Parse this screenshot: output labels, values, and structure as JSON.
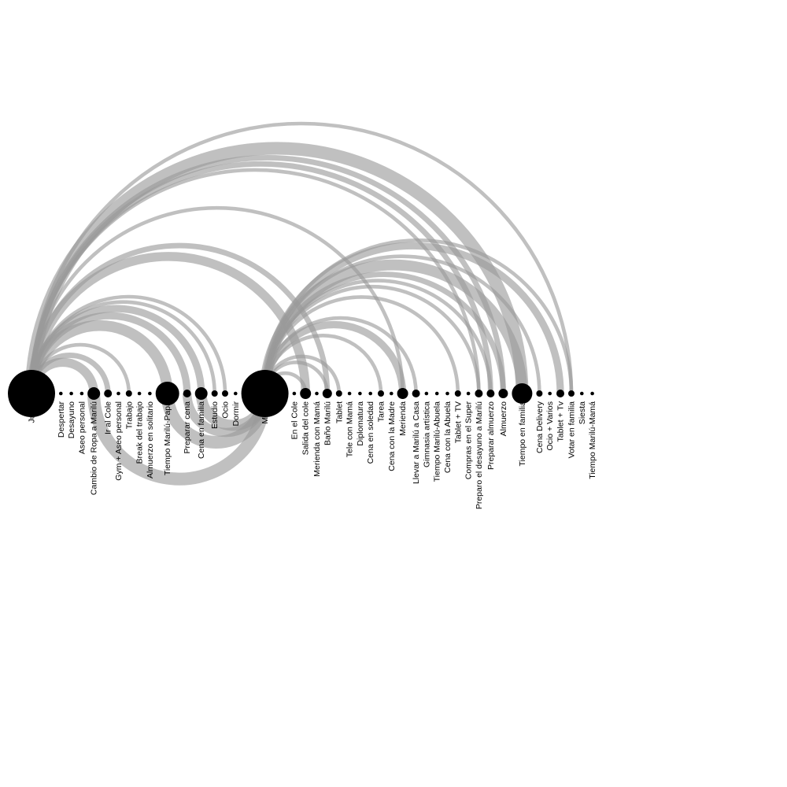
{
  "diagram": {
    "type": "arc-diagram",
    "colors": {
      "node": "#000000",
      "arc": "#999999",
      "background": "#ffffff"
    },
    "nodes": [
      {
        "id": "julian",
        "label": "Julián",
        "weight": 30
      },
      {
        "id": "despertar",
        "label": "Despertar",
        "weight": 1
      },
      {
        "id": "desayuno",
        "label": "Desayuno",
        "weight": 1
      },
      {
        "id": "aseo-personal",
        "label": "Aseo personal",
        "weight": 1
      },
      {
        "id": "cambio-ropa",
        "label": "Cambio de Ropa a Marilú",
        "weight": 8
      },
      {
        "id": "ir-al-cole",
        "label": "Ir al Cole",
        "weight": 5
      },
      {
        "id": "gym",
        "label": "Gym + Aseo personal",
        "weight": 1
      },
      {
        "id": "trabajo",
        "label": "Trabajo",
        "weight": 3
      },
      {
        "id": "break-trabajo",
        "label": "Break del trabajo",
        "weight": 1
      },
      {
        "id": "almuerzo-solitario",
        "label": "Almuerzo en solitario",
        "weight": 1
      },
      {
        "id": "tiempo-marilu-papa",
        "label": "Tiempo Marilú-Papá",
        "weight": 15
      },
      {
        "id": "preparar-cena",
        "label": "Preparar cena",
        "weight": 5
      },
      {
        "id": "cena-familia-1",
        "label": "Cena en familia",
        "weight": 8
      },
      {
        "id": "estudio",
        "label": "Estudio",
        "weight": 3
      },
      {
        "id": "ocio-1",
        "label": "Ocio",
        "weight": 3
      },
      {
        "id": "dormir",
        "label": "Dormir",
        "weight": 1
      },
      {
        "id": "marilu",
        "label": "Marilú",
        "weight": 30
      },
      {
        "id": "en-el-cole",
        "label": "En el Cole",
        "weight": 1
      },
      {
        "id": "salida-cole",
        "label": "Salida del cole",
        "weight": 7
      },
      {
        "id": "merienda-mama",
        "label": "Merienda con Mamá",
        "weight": 1
      },
      {
        "id": "bano-marilu",
        "label": "Baño Marilú",
        "weight": 6
      },
      {
        "id": "tablet-1",
        "label": "Tablet",
        "weight": 3
      },
      {
        "id": "tele-mama",
        "label": "Tele con Mamá",
        "weight": 1
      },
      {
        "id": "diplomatura",
        "label": "Diplomatura",
        "weight": 1
      },
      {
        "id": "cena-soledad",
        "label": "Cena en soledad",
        "weight": 1
      },
      {
        "id": "tarea",
        "label": "Tarea",
        "weight": 3
      },
      {
        "id": "cena-madre",
        "label": "Cena  con la Madre",
        "weight": 1
      },
      {
        "id": "merienda",
        "label": "Merienda",
        "weight": 7
      },
      {
        "id": "llevar-marilu",
        "label": "Llevar a Marilú a Casa",
        "weight": 5
      },
      {
        "id": "gimnasia",
        "label": "Gimnasia artística",
        "weight": 1
      },
      {
        "id": "tiempo-marilu-abuela",
        "label": "Tiempo Marilú-Abuela",
        "weight": 1
      },
      {
        "id": "cena-abuela",
        "label": "Cena con la Abuela",
        "weight": 1
      },
      {
        "id": "tablet-tv",
        "label": "Tablet + TV",
        "weight": 3
      },
      {
        "id": "compras",
        "label": "Compras en el Super",
        "weight": 1
      },
      {
        "id": "preparo-desayuno",
        "label": "Preparo el desayuno a Marilú",
        "weight": 5
      },
      {
        "id": "preparar-almuerzo",
        "label": "Preparar almuerzo",
        "weight": 5
      },
      {
        "id": "almuerzo",
        "label": "Almuerzo",
        "weight": 6
      },
      {
        "id": "tiempo-familia",
        "label": "Tiempo en familia",
        "weight": 13
      },
      {
        "id": "cena-delivery",
        "label": "Cena Delivery",
        "weight": 3
      },
      {
        "id": "ocio-varios",
        "label": "Ocio + Varios",
        "weight": 1
      },
      {
        "id": "tablet-tv-2",
        "label": "Tablet + Tv",
        "weight": 5
      },
      {
        "id": "votar",
        "label": "Votar en familia",
        "weight": 4
      },
      {
        "id": "siesta",
        "label": "Siesta",
        "weight": 1
      },
      {
        "id": "tiempo-marilu-mama",
        "label": "Tiempo Marilú-Mamá",
        "weight": 1
      }
    ],
    "links": [
      {
        "source": "julian",
        "target": "cambio-ropa",
        "value": 5,
        "side": "top"
      },
      {
        "source": "julian",
        "target": "ir-al-cole",
        "value": 3,
        "side": "top"
      },
      {
        "source": "julian",
        "target": "trabajo",
        "value": 2,
        "side": "top"
      },
      {
        "source": "julian",
        "target": "tiempo-marilu-papa",
        "value": 6,
        "side": "top"
      },
      {
        "source": "julian",
        "target": "preparar-cena",
        "value": 4,
        "side": "top"
      },
      {
        "source": "julian",
        "target": "cena-familia-1",
        "value": 4,
        "side": "top"
      },
      {
        "source": "julian",
        "target": "estudio",
        "value": 2,
        "side": "top"
      },
      {
        "source": "julian",
        "target": "ocio-1",
        "value": 2,
        "side": "top"
      },
      {
        "source": "julian",
        "target": "salida-cole",
        "value": 5,
        "side": "top"
      },
      {
        "source": "julian",
        "target": "bano-marilu",
        "value": 3,
        "side": "top"
      },
      {
        "source": "julian",
        "target": "merienda",
        "value": 2,
        "side": "top"
      },
      {
        "source": "julian",
        "target": "preparo-desayuno",
        "value": 2,
        "side": "top"
      },
      {
        "source": "julian",
        "target": "preparar-almuerzo",
        "value": 3,
        "side": "top"
      },
      {
        "source": "julian",
        "target": "almuerzo",
        "value": 3,
        "side": "top"
      },
      {
        "source": "julian",
        "target": "tiempo-familia",
        "value": 7,
        "side": "top"
      },
      {
        "source": "julian",
        "target": "votar",
        "value": 2,
        "side": "top"
      },
      {
        "source": "marilu",
        "target": "salida-cole",
        "value": 2,
        "side": "top"
      },
      {
        "source": "marilu",
        "target": "bano-marilu",
        "value": 2,
        "side": "top"
      },
      {
        "source": "marilu",
        "target": "tablet-1",
        "value": 2,
        "side": "top"
      },
      {
        "source": "marilu",
        "target": "tarea",
        "value": 2,
        "side": "top"
      },
      {
        "source": "marilu",
        "target": "merienda",
        "value": 4,
        "side": "top"
      },
      {
        "source": "marilu",
        "target": "llevar-marilu",
        "value": 2,
        "side": "top"
      },
      {
        "source": "marilu",
        "target": "tablet-tv",
        "value": 2,
        "side": "top"
      },
      {
        "source": "marilu",
        "target": "preparo-desayuno",
        "value": 2,
        "side": "top"
      },
      {
        "source": "marilu",
        "target": "preparar-almuerzo",
        "value": 2,
        "side": "top"
      },
      {
        "source": "marilu",
        "target": "almuerzo",
        "value": 3,
        "side": "top"
      },
      {
        "source": "marilu",
        "target": "tiempo-familia",
        "value": 6,
        "side": "top"
      },
      {
        "source": "marilu",
        "target": "cena-delivery",
        "value": 2,
        "side": "top"
      },
      {
        "source": "marilu",
        "target": "tablet-tv-2",
        "value": 4,
        "side": "top"
      },
      {
        "source": "marilu",
        "target": "votar",
        "value": 2,
        "side": "top"
      },
      {
        "source": "cambio-ropa",
        "target": "marilu",
        "value": 7,
        "side": "bottom"
      },
      {
        "source": "tiempo-marilu-papa",
        "target": "marilu",
        "value": 7,
        "side": "bottom"
      },
      {
        "source": "preparar-cena",
        "target": "marilu",
        "value": 5,
        "side": "bottom"
      },
      {
        "source": "cena-familia-1",
        "target": "marilu",
        "value": 6,
        "side": "bottom"
      }
    ]
  }
}
